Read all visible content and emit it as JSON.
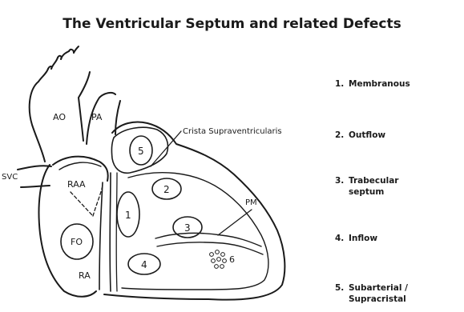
{
  "slide": {
    "title": "The Ventricular Septum and related Defects"
  },
  "diagram": {
    "labels": {
      "ao": "AO",
      "pa": "PA",
      "svc": "SVC",
      "raa": "RAA",
      "fo": "FO",
      "ra": "RA",
      "crista": "Crista Supraventricularis",
      "pm": "PM"
    },
    "regions": [
      "1",
      "2",
      "3",
      "4",
      "5",
      "6"
    ]
  },
  "defects": [
    {
      "number": "1.",
      "label": "Membranous"
    },
    {
      "number": "2.",
      "label": "Outflow"
    },
    {
      "number": "3.",
      "label": "Trabecular septum"
    },
    {
      "number": "4.",
      "label": "Inflow"
    },
    {
      "number": "5.",
      "label": "Subarterial / Supracristal"
    }
  ],
  "colors": {
    "line": "#1a1a1a",
    "background": "#ffffff"
  }
}
